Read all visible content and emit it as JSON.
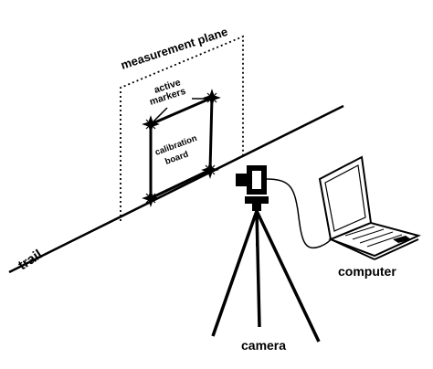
{
  "labels": {
    "measurement_plane": "measurement plane",
    "active_markers_line1": "active",
    "active_markers_line2": "markers",
    "calibration_board_line1": "calibration",
    "calibration_board_line2": "board",
    "trail": "trail",
    "computer": "computer",
    "camera": "camera"
  },
  "colors": {
    "ink": "#000000",
    "background": "#ffffff"
  },
  "icons": [
    "marker-star-icon",
    "camera-icon",
    "laptop-icon",
    "tripod-icon"
  ]
}
